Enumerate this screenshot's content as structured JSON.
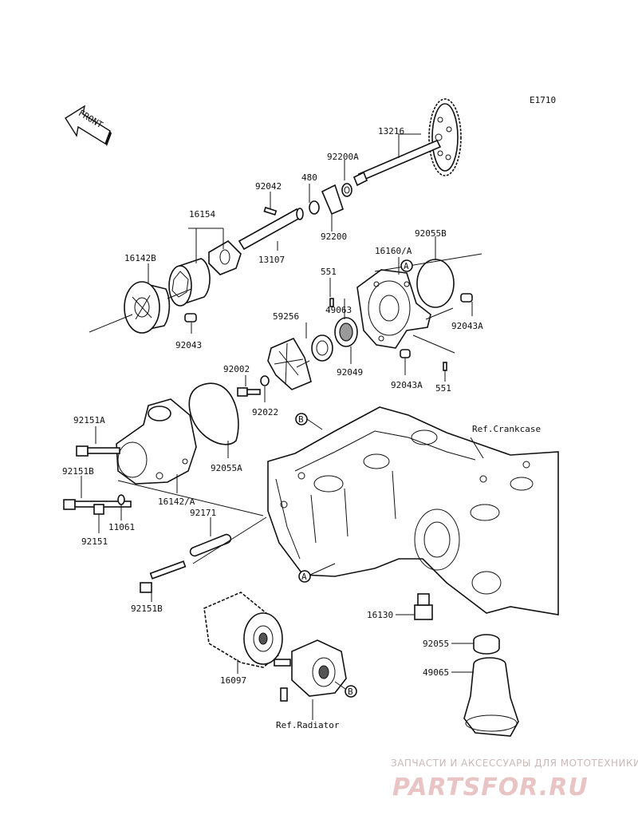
{
  "diagram_code": "E1710",
  "front_label": "FRONT",
  "callouts": {
    "A": "A",
    "B": "B"
  },
  "parts": [
    {
      "id": "13216",
      "label": "13216"
    },
    {
      "id": "92200A",
      "label": "92200A"
    },
    {
      "id": "480",
      "label": "480"
    },
    {
      "id": "92042",
      "label": "92042"
    },
    {
      "id": "16154",
      "label": "16154"
    },
    {
      "id": "92200",
      "label": "92200"
    },
    {
      "id": "13107",
      "label": "13107"
    },
    {
      "id": "16142B",
      "label": "16142B"
    },
    {
      "id": "16160/A",
      "label": "16160/A"
    },
    {
      "id": "92055B",
      "label": "92055B"
    },
    {
      "id": "551a",
      "label": "551"
    },
    {
      "id": "49063",
      "label": "49063"
    },
    {
      "id": "59256",
      "label": "59256"
    },
    {
      "id": "92043a",
      "label": "92043"
    },
    {
      "id": "92043A-r",
      "label": "92043A"
    },
    {
      "id": "92049",
      "label": "92049"
    },
    {
      "id": "92043A-b",
      "label": "92043A"
    },
    {
      "id": "551b",
      "label": "551"
    },
    {
      "id": "92002",
      "label": "92002"
    },
    {
      "id": "92022",
      "label": "92022"
    },
    {
      "id": "92055A",
      "label": "92055A"
    },
    {
      "id": "92151A",
      "label": "92151A"
    },
    {
      "id": "92151B-a",
      "label": "92151B"
    },
    {
      "id": "16142/A",
      "label": "16142/A"
    },
    {
      "id": "92171",
      "label": "92171"
    },
    {
      "id": "11061",
      "label": "11061"
    },
    {
      "id": "92151",
      "label": "92151"
    },
    {
      "id": "92151B-b",
      "label": "92151B"
    },
    {
      "id": "16130",
      "label": "16130"
    },
    {
      "id": "92055",
      "label": "92055"
    },
    {
      "id": "49065",
      "label": "49065"
    },
    {
      "id": "16097",
      "label": "16097"
    }
  ],
  "references": {
    "crankcase": "Ref.Crankcase",
    "radiator": "Ref.Radiator"
  },
  "watermark": {
    "tagline": "ЗАПЧАСТИ И АКСЕССУАРЫ ДЛЯ МОТОТЕХНИКИ",
    "brand": "PARTSFOR.RU"
  }
}
